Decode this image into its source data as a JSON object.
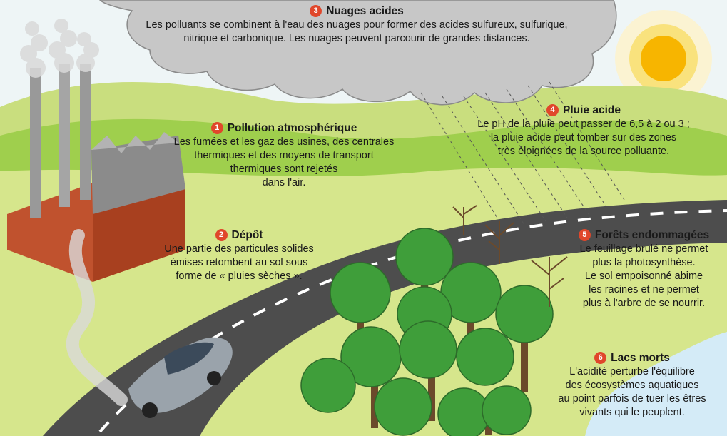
{
  "callouts": [
    {
      "num": "3",
      "title": "Nuages acides",
      "lines": [
        "Les polluants se combinent à l'eau des nuages pour former des acides sulfureux, sulfurique,",
        "nitrique et carbonique. Les nuages peuvent parcourir de grandes distances."
      ]
    },
    {
      "num": "1",
      "title": "Pollution atmosphérique",
      "lines": [
        "Les fumées et les gaz des usines, des centrales",
        "thermiques et des moyens de transport",
        "thermiques sont rejetés",
        "dans l'air."
      ]
    },
    {
      "num": "4",
      "title": "Pluie acide",
      "lines": [
        "Le pH de la pluie peut passer de 6,5 à 2 ou 3 ;",
        "la pluie acide peut tomber sur des zones",
        "très éloignées de la source polluante."
      ]
    },
    {
      "num": "2",
      "title": "Dépôt",
      "lines": [
        "Une partie des particules solides",
        "émises retombent au sol sous",
        "forme de « pluies sèches »."
      ]
    },
    {
      "num": "5",
      "title": "Forêts endommagées",
      "lines": [
        "Le feuillage brulé ne permet",
        "plus la photosynthèse.",
        "Le sol empoisonné abime",
        "les racines et ne permet",
        "plus à l'arbre de se nourrir."
      ]
    },
    {
      "num": "6",
      "title": "Lacs morts",
      "lines": [
        "L'acidité perturbe l'équilibre",
        "des écosystèmes aquatiques",
        "au point parfois de tuer les êtres",
        "vivants qui le peuplent."
      ]
    }
  ],
  "colors": {
    "sky": "#e8f1f2",
    "grass_light": "#c9de7e",
    "grass_dark": "#8cc63f",
    "road": "#4b4b4b",
    "cloud": "#c9c9c9",
    "sun": "#f7b500",
    "factory": "#c0522e",
    "lake": "#cfe8f5",
    "tree": "#3a9a3a",
    "number_badge": "#e0472b"
  }
}
